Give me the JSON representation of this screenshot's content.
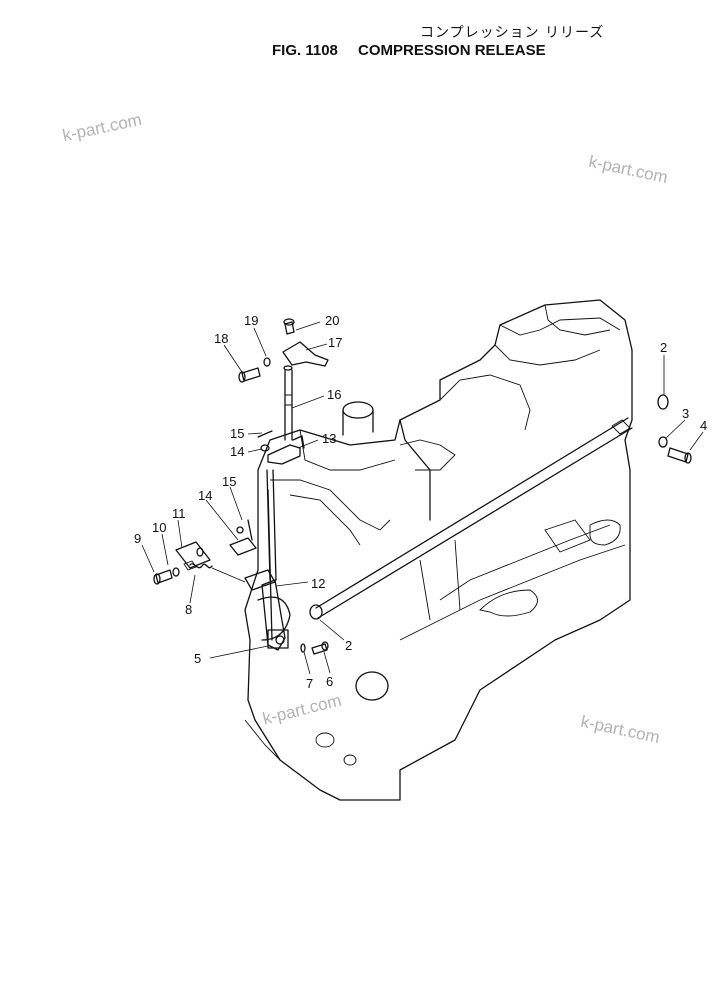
{
  "header": {
    "title_jp": "コンプレッション リリーズ",
    "fig_code": "FIG. 1108",
    "title_en": "COMPRESSION RELEASE"
  },
  "watermarks": [
    "k-part.com",
    "k-part.com",
    "k-part.com",
    "k-part.com"
  ],
  "callouts": [
    "20",
    "19",
    "18",
    "17",
    "16",
    "15",
    "14",
    "13",
    "2",
    "3",
    "4",
    "15",
    "14",
    "11",
    "10",
    "9",
    "8",
    "12",
    "2",
    "5",
    "7",
    "6"
  ]
}
